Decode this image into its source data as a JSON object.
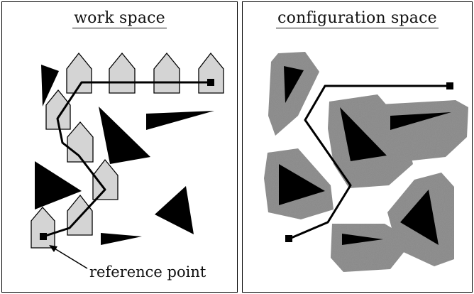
{
  "left_panel": {
    "title": "work space",
    "reference_label": "reference point"
  },
  "right_panel": {
    "title": "configuration space"
  },
  "colors": {
    "obstacle": "#000000",
    "robot_fill": "#d4d4d4",
    "cspace_obstacle": "#9a9a9a",
    "path": "#000000"
  }
}
